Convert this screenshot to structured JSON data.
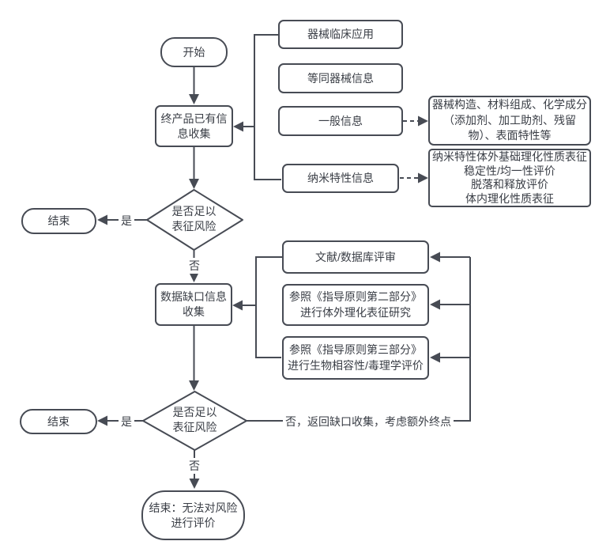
{
  "colors": {
    "stroke": "#474b54",
    "text": "#3a3e46",
    "background": "#ffffff"
  },
  "nodes": {
    "start": {
      "label": "开始"
    },
    "collect": {
      "label": "终产品已有信\n息收集"
    },
    "clinical": {
      "label": "器械临床应用"
    },
    "equivalent": {
      "label": "等同器械信息"
    },
    "general": {
      "label": "一般信息"
    },
    "nano": {
      "label": "纳米特性信息"
    },
    "general_detail": {
      "label": "器械构造、材料组成、化学成分\n（添加剂、加工助剂、残留\n物）、表面特性等"
    },
    "nano_detail": {
      "label": "纳米特性体外基础理化性质表征\n稳定性/均一性评价\n脱落和释放评价\n体内理化性质表征"
    },
    "decision1": {
      "label": "是否足以\n表征风险"
    },
    "end1": {
      "label": "结束"
    },
    "gap": {
      "label": "数据缺口信息\n收集"
    },
    "literature": {
      "label": "文献/数据库评审"
    },
    "part2": {
      "label": "参照《指导原则第二部分》\n进行体外理化表征研究"
    },
    "part3": {
      "label": "参照《指导原则第三部分》\n进行生物相容性/毒理学评价"
    },
    "decision2": {
      "label": "是否足以\n表征风险"
    },
    "end2": {
      "label": "结束"
    },
    "end3": {
      "label": "结束：无法对风险\n进行评价"
    }
  },
  "edge_labels": {
    "yes1": "是",
    "no1": "否",
    "yes2": "是",
    "no2": "否",
    "no_return": "否，返回缺口收集，考虑额外终点"
  }
}
